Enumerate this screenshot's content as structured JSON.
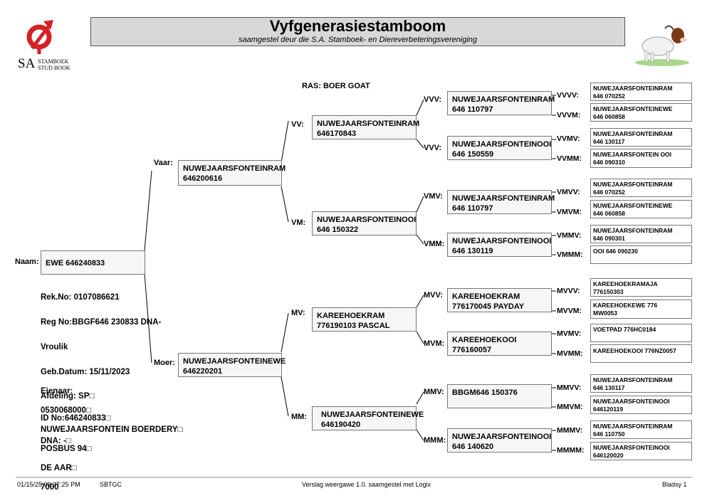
{
  "header": {
    "title": "Vyfgenerasiestamboom",
    "subtitle": "saamgestel deur die S.A. Stamboek- en Diereverbeteringsvereniging",
    "logo_sa": "SA",
    "logo_line1": "STAMBOEK",
    "logo_line2": "STUD BOOK",
    "logo_color": "#d42027"
  },
  "ras": "RAS: BOER GOAT",
  "animal": {
    "naam_label": "Naam:",
    "naam": "EWE 646240833",
    "details": [
      "Rek.No: 0107086621",
      "Reg No:BBGF646 230833 DNA-",
      "Vroulik",
      "Geb.Datum: 15/11/2023",
      "Afdeling: SP□",
      "ID No:646240833□",
      "DNA: -□"
    ],
    "owner": [
      "Eienaar:",
      "0530068000□",
      "NUWEJAARSFONTEIN BOERDERY□",
      "POSBUS 94□",
      "DE AAR□",
      "7000"
    ]
  },
  "gen2": {
    "vaar": {
      "label": "Vaar:",
      "name": "NUWEJAARSFONTEINRAM\n646200616"
    },
    "moer": {
      "label": "Moer:",
      "name": "NUWEJAARSFONTEINEWE 646220201"
    }
  },
  "gen3": {
    "vv": {
      "label": "VV:",
      "name": "NUWEJAARSFONTEINRAM 646170843"
    },
    "vm": {
      "label": "VM:",
      "name": "NUWEJAARSFONTEINOOI 646 150322"
    },
    "mv": {
      "label": "MV:",
      "name": "KAREEHOEKRAM\n776190103 PASCAL"
    },
    "mm": {
      "label": "MM:",
      "name": "NUWEJAARSFONTEINEWE 646190420"
    }
  },
  "gen4": {
    "vvv": {
      "label": "VVV:",
      "name": "NUWEJAARSFONTEINRAM\n646 110797"
    },
    "vvm": {
      "label": "VVV:",
      "name": "NUWEJAARSFONTEINOOI 646 150559"
    },
    "vmv": {
      "label": "VMV:",
      "name": "NUWEJAARSFONTEINRAM\n646 110797"
    },
    "vmm": {
      "label": "VMM:",
      "name": "NUWEJAARSFONTEINOOI 646 130119"
    },
    "mvv": {
      "label": "MVV:",
      "name": "KAREEHOEKRAM\n776170045 PAYDAY"
    },
    "mvm": {
      "label": "MVM:",
      "name": "KAREEHOEKOOI\n776160057"
    },
    "mmv": {
      "label": "MMV:",
      "name": "BBGM646 150376"
    },
    "mmm": {
      "label": "MMM:",
      "name": "NUWEJAARSFONTEINOOI 646 140620"
    }
  },
  "gen5": [
    {
      "label": "VVVV:",
      "name": "NUWEJAARSFONTEINRAM\n646 070252"
    },
    {
      "label": "VVVM:",
      "name": "NUWEJAARSFONTEINEWE\n646 060858"
    },
    {
      "label": "VVMV:",
      "name": "NUWEJAARSFONTEINRAM\n646 130117"
    },
    {
      "label": "VVMM:",
      "name": "NUWEJAARSFONTEIN OOI\n646 090310"
    },
    {
      "label": "VMVV:",
      "name": "NUWEJAARSFONTEINRAM\n646 070252"
    },
    {
      "label": "VMVM:",
      "name": "NUWEJAARSFONTEINEWE\n646 060858"
    },
    {
      "label": "VMMV:",
      "name": "NUWEJAARSFONTEINRAM\n646 090301"
    },
    {
      "label": "VMMM:",
      "name": "OOI 646 090230"
    },
    {
      "label": "MVVV:",
      "name": "KAREEHOEKRAMAJA\n776150303"
    },
    {
      "label": "MVVM:",
      "name": "KAREEHOEKEWE 776\nMW0053"
    },
    {
      "label": "MVMV:",
      "name": "VOETPAD 776HC0184"
    },
    {
      "label": "MVMM:",
      "name": "KAREEHOEKOOI 776NZ0057"
    },
    {
      "label": "MMVV:",
      "name": "NUWEJAARSFONTEINRAM\n646 130117"
    },
    {
      "label": "MMVM:",
      "name": "NUWEJAARSFONTEINOOI\n646120119"
    },
    {
      "label": "MMMV:",
      "name": "NUWEJAARSFONTEINRAM\n646 110750"
    },
    {
      "label": "MMMM:",
      "name": "NUWEJAARSFONTEINOOI\n646120020"
    }
  ],
  "footer": {
    "datetime": "01/15/25 03:37:25 PM",
    "code": "SBTGC",
    "version": "Verslag weergawe 1.0. saamgestel met Logix",
    "page": "Bladsy 1"
  }
}
